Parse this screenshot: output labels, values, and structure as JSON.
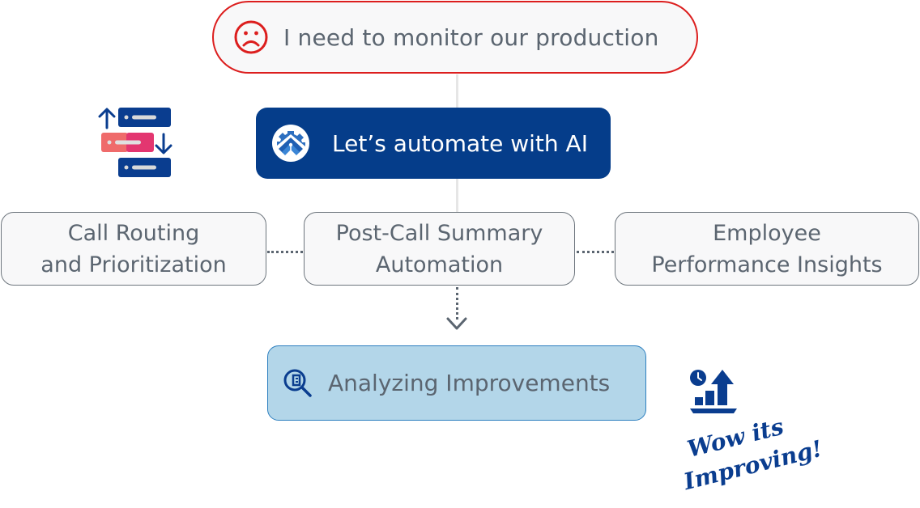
{
  "problem": {
    "text": "I need to monitor our production",
    "icon": "sad-face-icon",
    "border_color": "#dc1e1e"
  },
  "action": {
    "text": "Let’s automate with AI",
    "icon": "ai-gear-logo-icon",
    "background": "#053d8a"
  },
  "decor": {
    "server_icon": "server-transfer-icon",
    "growth_icon": "growth-chart-icon"
  },
  "features": [
    {
      "line1": "Call Routing",
      "line2": "and Prioritization"
    },
    {
      "line1": "Post-Call Summary",
      "line2": "Automation"
    },
    {
      "line1": "Employee",
      "line2": "Performance Insights"
    }
  ],
  "result": {
    "text": "Analyzing Improvements",
    "icon": "magnify-document-icon",
    "background": "#b3d6e9"
  },
  "annotation": {
    "line1": "Wow its",
    "line2": "Improving!"
  }
}
